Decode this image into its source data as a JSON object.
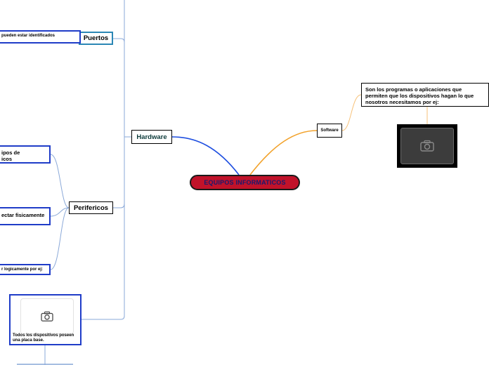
{
  "central": {
    "label": "EQUIPOS INFORMATICOS"
  },
  "hardware": {
    "label": "Hardware",
    "puertos": {
      "label": "Puertos",
      "child": "pueden estar identificados"
    },
    "perifericos": {
      "label": "Perifericos",
      "children": [
        {
          "line1": "ipos de",
          "line2": "icos"
        },
        {
          "text": "ectar fisicamente"
        },
        {
          "text": "r logicamente por ej:"
        }
      ]
    },
    "placa_note": "Todos los dispositivos poseen una placa base."
  },
  "software": {
    "label": "Software",
    "description": "Son los programas o aplicaciones que permiten que los dispositivos hagan lo que nosotros necesitamos por ej:"
  },
  "icons": {
    "image_placeholder": "camera-icon"
  },
  "colors": {
    "central_fill": "#c1122a",
    "hardware_edge": "#1f4fe0",
    "software_edge": "#f2a22b",
    "branch_line": "#8aa8d8",
    "node_border_blue": "#1f3cc8"
  }
}
